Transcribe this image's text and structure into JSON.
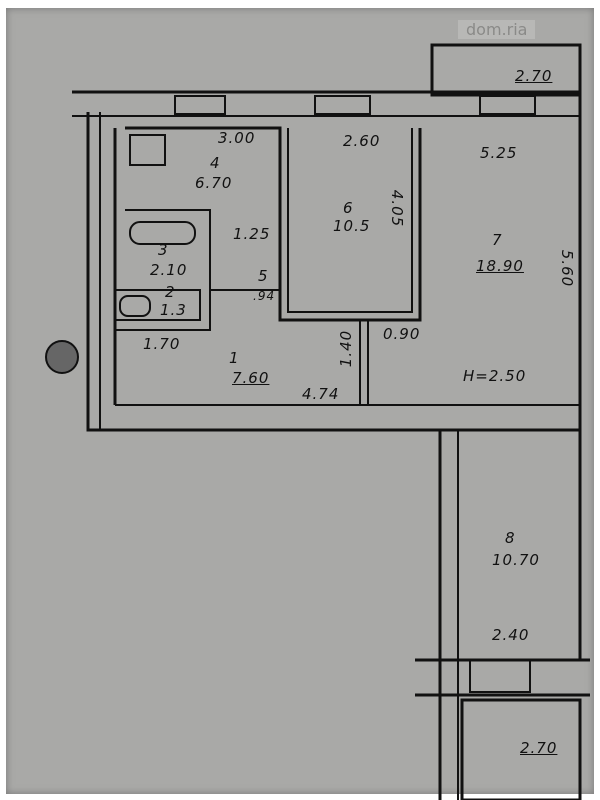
{
  "watermark": "dom.ria",
  "rooms": {
    "r1": {
      "num": "1",
      "area": "7.60"
    },
    "r2": {
      "num": "2",
      "area": "1.3"
    },
    "r3": {
      "num": "3",
      "area": "2.10"
    },
    "r4": {
      "num": "4",
      "area": "6.70"
    },
    "r5": {
      "num": "5",
      "area": ".94"
    },
    "r6": {
      "num": "6",
      "area": "10.5"
    },
    "r7": {
      "num": "7",
      "area": "18.90"
    },
    "r8": {
      "num": "8",
      "area": "10.70"
    }
  },
  "dims": {
    "d300": "3.00",
    "d260": "2.60",
    "d525": "5.25",
    "d125": "1.25",
    "d170": "1.70",
    "d474": "4.74",
    "d090": "0.90",
    "d140": "1.40",
    "height": "H=2.50",
    "d240": "2.40",
    "balc_top": "2.70",
    "balc_bottom": "2.70",
    "d405": "4.05",
    "d560": "5.60"
  }
}
